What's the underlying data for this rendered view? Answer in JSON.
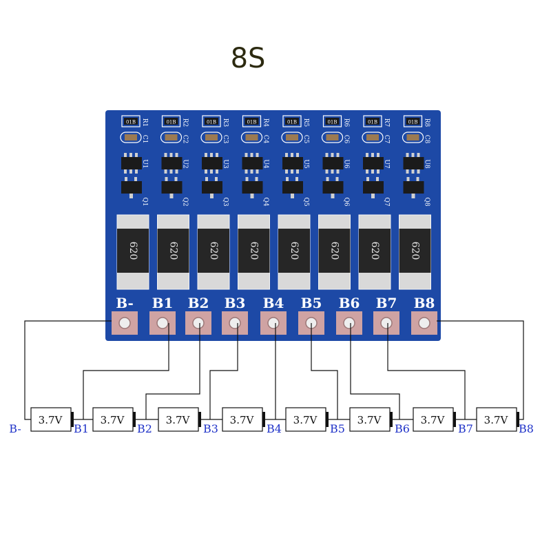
{
  "title": "8S",
  "board": {
    "resistor_codes": [
      "01B",
      "01B",
      "01B",
      "01B",
      "01B",
      "01B",
      "01B",
      "01B"
    ],
    "resistor_refs": [
      "R1",
      "R2",
      "R3",
      "R4",
      "R5",
      "R6",
      "R7",
      "R8"
    ],
    "capacitor_refs": [
      "C1",
      "C2",
      "C3",
      "C4",
      "C5",
      "C6",
      "C7",
      "C8"
    ],
    "ic_refs": [
      "U1",
      "U2",
      "U3",
      "U4",
      "U5",
      "U6",
      "U7",
      "U8"
    ],
    "transistor_refs": [
      "Q1",
      "Q2",
      "Q3",
      "Q4",
      "Q5",
      "Q6",
      "Q7",
      "Q8"
    ],
    "shunt_marking": "620",
    "pad_labels": [
      "B-",
      "B1",
      "B2",
      "B3",
      "B4",
      "B5",
      "B6",
      "B7",
      "B8"
    ],
    "colors": {
      "pcb": "#1d49a6",
      "silkscreen": "#ffffff",
      "pad": "#cfa3a3"
    }
  },
  "schematic": {
    "cell_label": "3.7V",
    "cell_count": 8,
    "node_labels": [
      "B-",
      "B1",
      "B2",
      "B3",
      "B4",
      "B5",
      "B6",
      "B7",
      "B8"
    ],
    "label_color": "#1f32c8"
  }
}
